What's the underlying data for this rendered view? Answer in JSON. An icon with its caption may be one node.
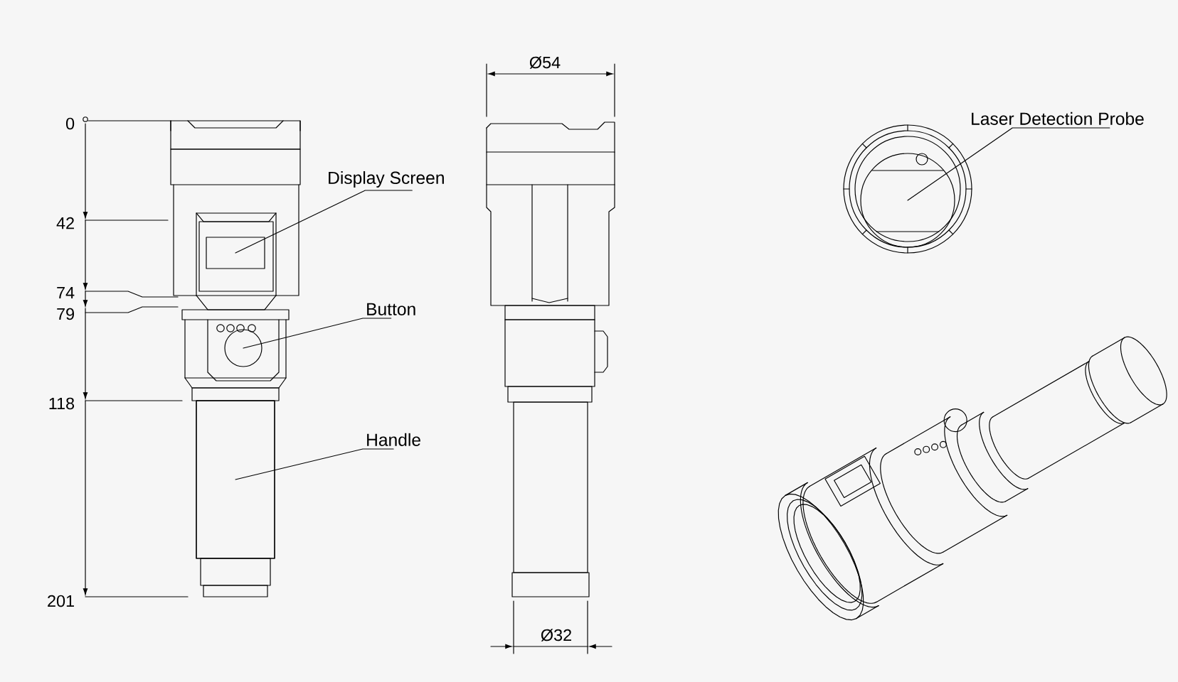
{
  "diagram": {
    "nodes": [
      {
        "text": [
          "Laser Detection Probe"
        ]
      },
      {
        "text": [],
        "shape": "circle"
      },
      {
        "text": [
          "Display Screen"
        ]
      },
      {
        "text": [],
        "shape": "box"
      },
      {
        "text": [
          "Button"
        ]
      },
      {
        "text": [],
        "shape": "circle"
      },
      {
        "text": [
          "Handle"
        ]
      },
      {
        "text": [],
        "shape": "box"
      }
    ],
    "edges": [
      {
        "from": 0,
        "to": 1,
        "arrow": "none"
      },
      {
        "from": 2,
        "to": 3,
        "arrow": "none"
      },
      {
        "from": 4,
        "to": 5,
        "arrow": "none"
      },
      {
        "from": 6,
        "to": 7,
        "arrow": "none"
      }
    ],
    "labels": [
      "Ø54",
      "0",
      "42",
      "74",
      "79",
      "118",
      "201",
      "Ø32"
    ]
  }
}
